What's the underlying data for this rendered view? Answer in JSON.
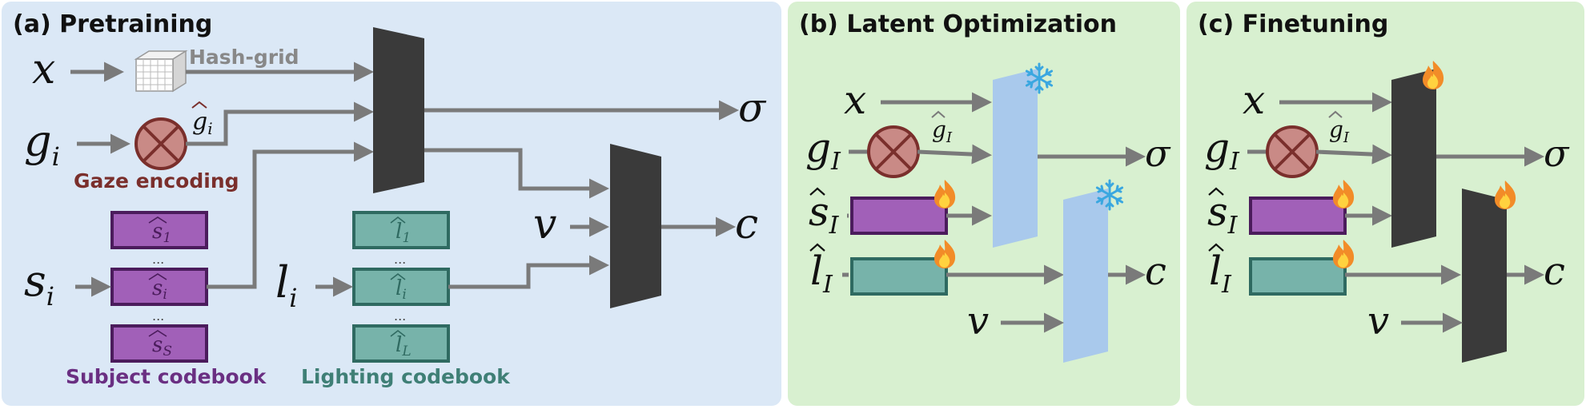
{
  "panels": {
    "pretraining": {
      "title": "(a) Pretraining",
      "hash_grid_label": "Hash-grid",
      "gaze_encoding_label": "Gaze encoding",
      "subject_codebook_label": "Subject codebook",
      "lighting_codebook_label": "Lighting codebook",
      "inputs": {
        "x": "x",
        "g": "g",
        "g_sub": "i",
        "s": "s",
        "s_sub": "i",
        "l": "l",
        "l_sub": "i",
        "v": "v"
      },
      "gaze_hat": {
        "base": "g",
        "sub": "i"
      },
      "subject_codes": [
        {
          "base": "s",
          "sub": "1"
        },
        {
          "base": "s",
          "sub": "i"
        },
        {
          "base": "s",
          "sub": "S"
        }
      ],
      "lighting_codes": [
        {
          "base": "l",
          "sub": "1"
        },
        {
          "base": "l",
          "sub": "i"
        },
        {
          "base": "l",
          "sub": "L"
        }
      ],
      "dots": "...",
      "outputs": {
        "sigma": "σ",
        "c": "c"
      }
    },
    "latent_optimization": {
      "title": "(b) Latent Optimization",
      "inputs": {
        "x": "x",
        "g": "g",
        "g_sub": "I",
        "s": "s",
        "s_sub": "I",
        "l": "l",
        "l_sub": "I",
        "v": "v"
      },
      "gaze_hat": {
        "base": "g",
        "sub": "I"
      },
      "outputs": {
        "sigma": "σ",
        "c": "c"
      }
    },
    "finetuning": {
      "title": "(c) Finetuning",
      "inputs": {
        "x": "x",
        "g": "g",
        "g_sub": "I",
        "s": "s",
        "s_sub": "I",
        "l": "l",
        "l_sub": "I",
        "v": "v"
      },
      "gaze_hat": {
        "base": "g",
        "sub": "I"
      },
      "outputs": {
        "sigma": "σ",
        "c": "c"
      }
    }
  },
  "colors": {
    "panel_a_bg": "#dbe8f6",
    "panel_bc_bg": "#d8f0d0",
    "arrow": "#7a7a7a",
    "mlp_dark": "#3a3a3a",
    "mlp_frozen": "#a9c9ec",
    "subject_fill": "#a160b8",
    "subject_border": "#4b1c5c",
    "lighting_fill": "#77b3aa",
    "lighting_border": "#2f6a61",
    "gaze_fill": "#c98a86",
    "gaze_border": "#7a2f2c",
    "subject_caption": "#6a2f82",
    "lighting_caption": "#3f7f76",
    "gaze_caption": "#7a2f2c",
    "hash_caption": "#888888"
  },
  "icons": {
    "frozen": "snowflake-icon",
    "trainable": "fire-icon"
  }
}
